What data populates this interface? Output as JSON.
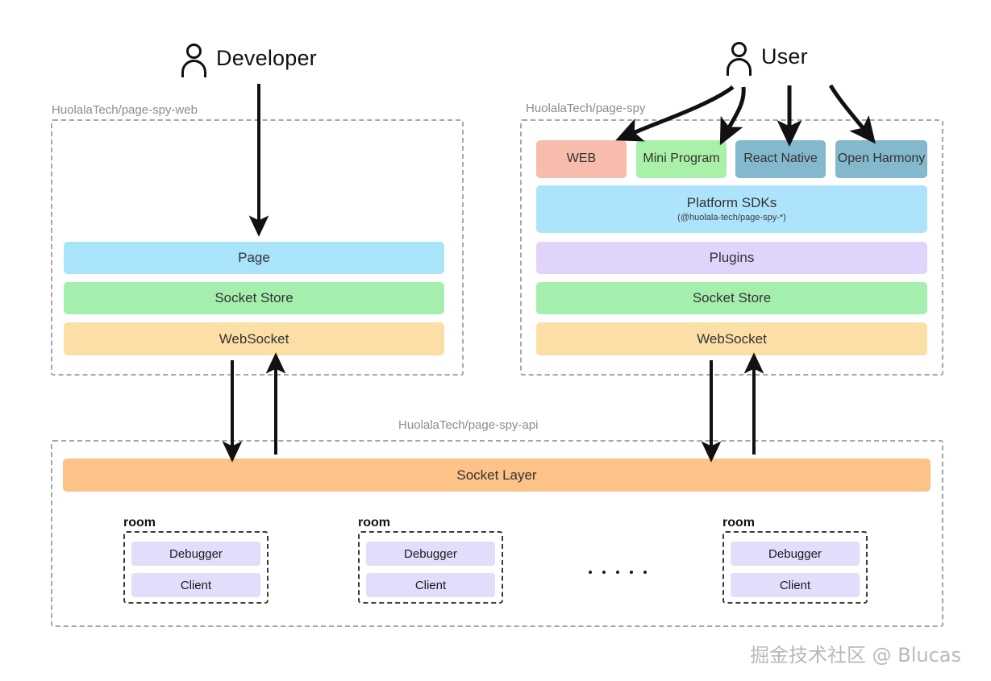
{
  "actors": [
    {
      "name": "Developer",
      "icon": "person-icon"
    },
    {
      "name": "User",
      "icon": "person-icon"
    }
  ],
  "groups": [
    {
      "id": "web",
      "title": "HuolalaTech/page-spy-web"
    },
    {
      "id": "spy",
      "title": "HuolalaTech/page-spy"
    },
    {
      "id": "api",
      "title": "HuolalaTech/page-spy-api"
    }
  ],
  "web_stack": [
    {
      "label": "Page",
      "color": "#a9e4fb"
    },
    {
      "label": "Socket Store",
      "color": "#a5efae"
    },
    {
      "label": "WebSocket",
      "color": "#fbdfa6"
    }
  ],
  "platforms": [
    {
      "label": "WEB",
      "color": "#f7bcab"
    },
    {
      "label": "Mini Program",
      "color": "#a9f0a8"
    },
    {
      "label": "React Native",
      "color": "#84b9cd"
    },
    {
      "label": "Open Harmony",
      "color": "#84b9cd"
    }
  ],
  "spy_stack": [
    {
      "label": "Platform SDKs",
      "sub": "(@huolala-tech/page-spy-*)",
      "color": "#aee4fb"
    },
    {
      "label": "Plugins",
      "sub": "",
      "color": "#e0d4fb"
    },
    {
      "label": "Socket Store",
      "sub": "",
      "color": "#a5efae"
    },
    {
      "label": "WebSocket",
      "sub": "",
      "color": "#fbdfa6"
    }
  ],
  "api": {
    "socket_layer": {
      "label": "Socket Layer",
      "color": "#fcc288"
    },
    "room_title": "room",
    "room_items": [
      "Debugger",
      "Client"
    ],
    "rooms_count": 3,
    "ellipsis": "....."
  },
  "watermark": "掘金技术社区 @ Blucas",
  "colors": {
    "group_border": "#a8a8a8",
    "arrow": "#111111",
    "room_item": "#e3dcfb"
  }
}
